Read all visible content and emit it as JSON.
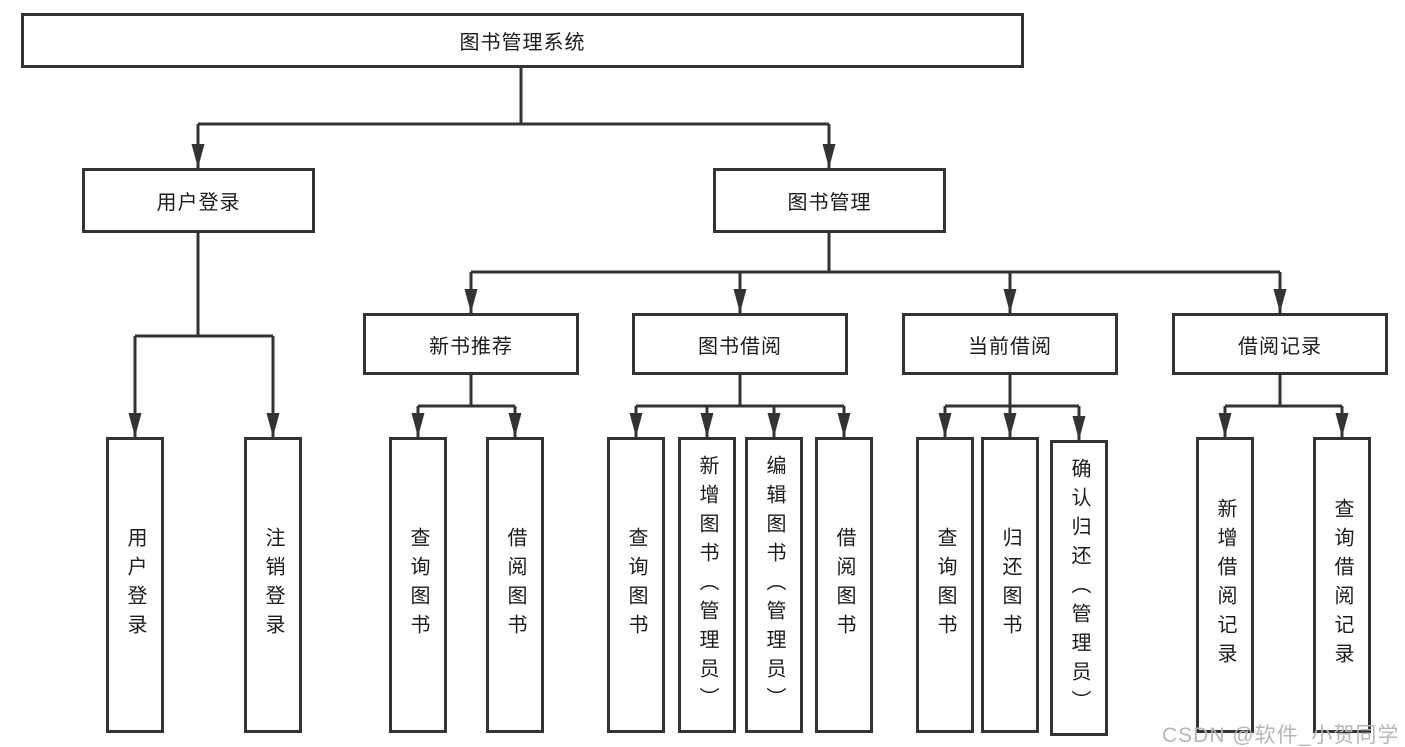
{
  "diagram": {
    "watermark": "CSDN @软件_小贺同学",
    "colors": {
      "line": "#333333",
      "box_border": "#333333",
      "text": "#1c1c1c",
      "watermark": "#b3b6ba",
      "background": "#ffffff"
    },
    "nodes": {
      "root": {
        "label": "图书管理系统"
      },
      "level2": [
        {
          "label": "用户登录"
        },
        {
          "label": "图书管理"
        }
      ],
      "level3": [
        {
          "label": "新书推荐"
        },
        {
          "label": "图书借阅"
        },
        {
          "label": "当前借阅"
        },
        {
          "label": "借阅记录"
        }
      ],
      "leaves": {
        "user_login": [
          "用户登录",
          "注销登录"
        ],
        "new_books": [
          "查询图书",
          "借阅图书"
        ],
        "book_borrow": [
          "查询图书",
          "新增图书（管理员）",
          "编辑图书（管理员）",
          "借阅图书"
        ],
        "current_borrow": [
          "查询图书",
          "归还图书",
          "确认归还（管理员）"
        ],
        "borrow_records": [
          "新增借阅记录",
          "查询借阅记录"
        ]
      }
    }
  }
}
